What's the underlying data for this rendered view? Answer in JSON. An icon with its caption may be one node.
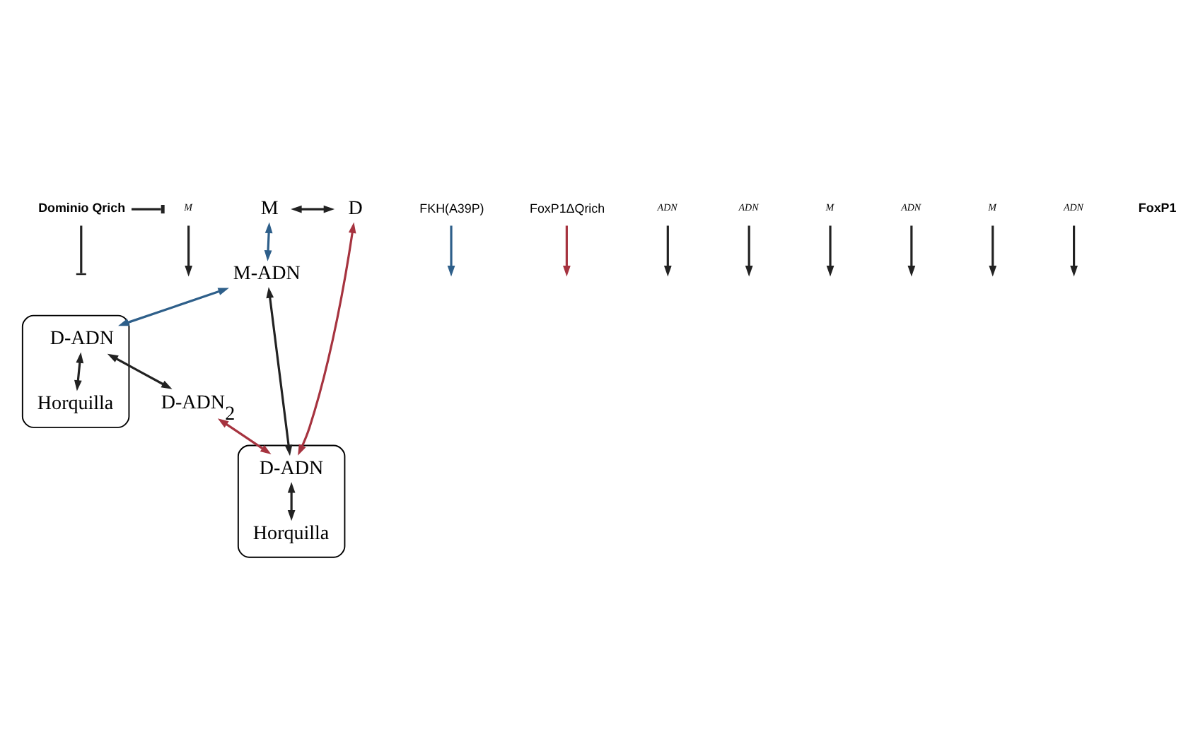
{
  "diagram": {
    "nodes": [
      {
        "text": [
          "Dominio Qrich"
        ]
      },
      {
        "text": [
          "M"
        ]
      },
      {
        "text": [
          "M"
        ]
      },
      {
        "text": [
          "D"
        ]
      },
      {
        "text": [
          "M-ADN"
        ]
      },
      {
        "text": [],
        "shape": "box"
      },
      {
        "text": [
          "D-ADN"
        ],
        "in": 5
      },
      {
        "text": [
          "Horquilla"
        ],
        "in": 5
      },
      {
        "text": [],
        "shape": "box"
      },
      {
        "text": [
          "D-ADN"
        ],
        "in": 8
      },
      {
        "text": [
          "Horquilla"
        ],
        "in": 8
      },
      {
        "text": [
          "D-ADN$_{2}$"
        ]
      },
      {
        "text": [
          "FKH(A39P)"
        ]
      },
      {
        "text": [
          "FoxP1ΔQrich"
        ]
      },
      {
        "text": [
          "ADN"
        ]
      },
      {
        "text": [
          "ADN"
        ]
      },
      {
        "text": [
          "M"
        ]
      },
      {
        "text": [
          "ADN"
        ]
      },
      {
        "text": [
          "M"
        ]
      },
      {
        "text": [
          "ADN"
        ]
      }
    ],
    "edges": [
      {
        "from": 0,
        "to": 1,
        "arrow": "other"
      },
      {
        "from": 0,
        "to": null,
        "arrow": "other"
      },
      {
        "from": 2,
        "to": 3,
        "arrow": "both"
      },
      {
        "from": 2,
        "to": 4,
        "arrow": "both",
        "color": "#2e5f8a"
      },
      {
        "from": 3,
        "to": 6,
        "arrow": "both",
        "color": "#a6333f"
      },
      {
        "from": 4,
        "to": 6,
        "arrow": "both"
      },
      {
        "from": 6,
        "to": 7,
        "arrow": "both"
      },
      {
        "from": 4,
        "to": 9,
        "arrow": "both",
        "color": "#2e5f8a"
      },
      {
        "from": 11,
        "to": 6,
        "arrow": "both",
        "color": "#a6333f"
      },
      {
        "from": 9,
        "to": 11,
        "arrow": "both"
      },
      {
        "from": 9,
        "to": 10,
        "arrow": "both"
      },
      {
        "from": 12,
        "to": null,
        "arrow": "to",
        "color": "#2e5f8a"
      },
      {
        "from": 13,
        "to": null,
        "arrow": "to",
        "color": "#a6333f"
      },
      {
        "from": 1,
        "to": null,
        "arrow": "to"
      },
      {
        "from": 14,
        "to": null,
        "arrow": "to"
      },
      {
        "from": 15,
        "to": null,
        "arrow": "to"
      },
      {
        "from": 16,
        "to": null,
        "arrow": "to"
      },
      {
        "from": 17,
        "to": null,
        "arrow": "to"
      },
      {
        "from": 18,
        "to": null,
        "arrow": "to"
      },
      {
        "from": 19,
        "to": null,
        "arrow": "to"
      }
    ],
    "labels": [
      "FoxP1"
    ]
  }
}
